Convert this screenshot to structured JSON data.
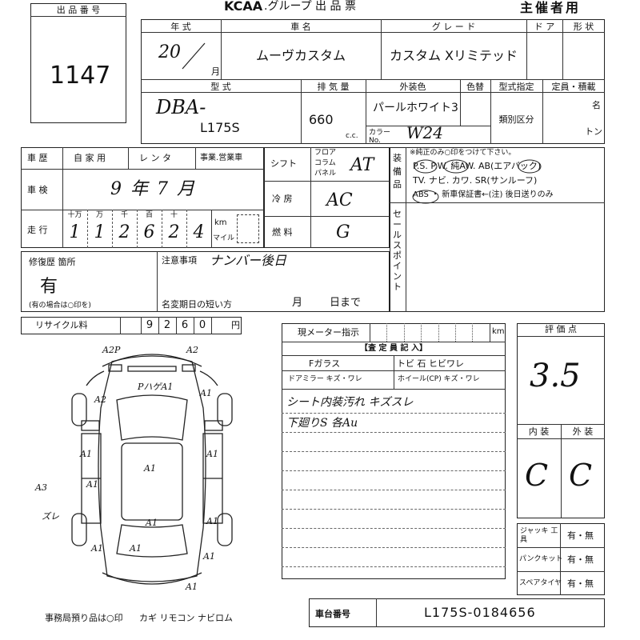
{
  "header": {
    "lot_label": "出 品 番 号",
    "lot_number": "1147",
    "brand": "KCAA",
    "group_title": ".グループ 出 品 票",
    "organizer": "主催者用"
  },
  "row1": {
    "year_label": "年 式",
    "year_value": "20",
    "month_unit": "月",
    "name_label": "車 名",
    "name_value": "ムーヴカスタム",
    "grade_label": "グ レ ー ド",
    "grade_value": "カスタム Xリミテッド",
    "door_label": "ド ア",
    "shape_label": "形 状"
  },
  "row2": {
    "model_label": "型 式",
    "model_value_1": "DBA-",
    "model_value_2": "L175S",
    "displacement_label": "排 気 量",
    "displacement_value": "660",
    "cc_unit": "c.c.",
    "color_label": "外装色",
    "color_value": "パールホワイト3",
    "color_no_label": "カラー No.",
    "color_no_value": "W24",
    "repaint_label": "色替",
    "type_cert_label": "型式指定",
    "category_label": "類別区分",
    "capacity_label": "定員・積載",
    "capacity_unit_1": "名",
    "capacity_unit_2": "トン"
  },
  "history": {
    "label": "車 歴",
    "options": [
      "自 家 用",
      "レ ン タ",
      "事業.営業車"
    ]
  },
  "inspection": {
    "label": "車 検",
    "value": "9 年 7 月"
  },
  "mileage": {
    "label": "走 行",
    "place_labels": [
      "十万",
      "万",
      "千",
      "百",
      "十",
      ""
    ],
    "digits": [
      "1",
      "1",
      "2",
      "6",
      "2",
      "4"
    ],
    "km_label": "km",
    "mile_label": "マイル"
  },
  "shift": {
    "label": "シフト",
    "options": [
      "フロア",
      "コラム",
      "パネル"
    ],
    "value": "AT"
  },
  "aircon": {
    "label": "冷 房",
    "value": "AC"
  },
  "fuel": {
    "label": "燃 料",
    "value": "G"
  },
  "equipment": {
    "label": "装 備 品",
    "note": "※純正のみ○印をつけて下さい。",
    "line1": "P.S. P.W. 純AW. AB(エアバック)",
    "line2": "TV. ナビ. カワ. SR(サンルーフ)",
    "line3": "ABS ・ 新車保証書←(注) 後日送りのみ"
  },
  "sales_point": {
    "label": "セールスポイント"
  },
  "repair": {
    "label": "修復歴 箇所",
    "value": "有",
    "note": "(有の場合は○印を)"
  },
  "caution": {
    "label": "注意事項",
    "value": "ナンバー後日",
    "deadline_label": "名変期日の短い方",
    "month_unit": "月",
    "day_unit": "日まで"
  },
  "recycle": {
    "label": "リサイクル料",
    "digits": [
      "9",
      "2",
      "6",
      "0"
    ],
    "unit": "円"
  },
  "diagram": {
    "marks": [
      "A2P",
      "A2",
      "PハゲA1",
      "A1",
      "A2",
      "A1",
      "A1",
      "A1",
      "A1",
      "A3",
      "ズレ",
      "A1",
      "A1",
      "A1",
      "A1",
      "A1",
      "A1"
    ]
  },
  "meter": {
    "label": "現メーター指示",
    "unit": "km"
  },
  "inspector": {
    "title": "【査 定 員 記 入】",
    "glass_label": "Fガラス",
    "glass_options": "トビ 石 ヒビワレ",
    "mirror_label": "ドアミラー キズ・ワレ",
    "wheel_label": "ホイール(CP) キズ・ワレ",
    "comment_1": "シート内装汚れ キズスレ",
    "comment_2": "下廻りS 各Au"
  },
  "score": {
    "label": "評 価 点",
    "value": "3.5",
    "interior_label": "内 装",
    "exterior_label": "外 装",
    "interior_value": "C",
    "exterior_value": "C"
  },
  "tools": {
    "jack_label": "ジャッキ 工 具",
    "puncture_label": "パンクキット",
    "spare_label": "スペアタイヤ",
    "yes_no": "有・無"
  },
  "footer": {
    "office_note": "事務局預り品は○印",
    "items": "カギ リモコン ナビロム",
    "chassis_label": "車台番号",
    "chassis_value": "L175S-0184656"
  }
}
